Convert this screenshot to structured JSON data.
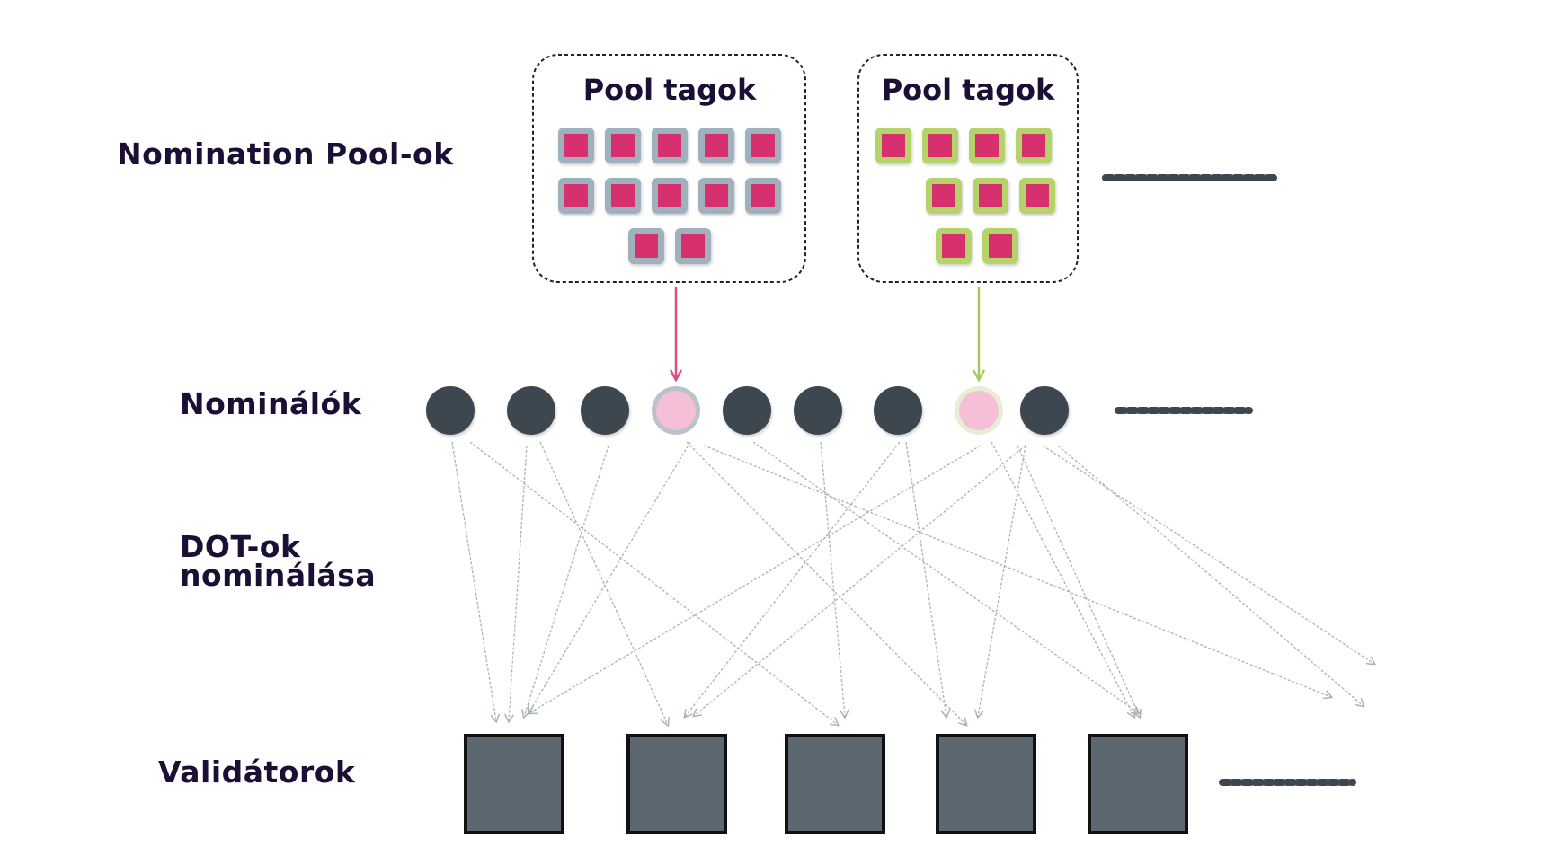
{
  "labels": {
    "pools": "Nomination Pool-ok",
    "nominators": "Nominálók",
    "dot_nomination": "DOT-ok nominálása",
    "validators": "Validátorok"
  },
  "pools": [
    {
      "title": "Pool tagok",
      "member_rows": [
        5,
        5,
        2
      ],
      "member_color": "#d6306f",
      "member_border": "#9eb1bd"
    },
    {
      "title": "Pool tagok",
      "member_rows": [
        4,
        3,
        2
      ],
      "member_color": "#d6306f",
      "member_border": "#b5d36a"
    }
  ],
  "colors": {
    "text": "#1c0f35",
    "nominator": "#3c474f",
    "pool_nominator_pink": "#f5bfd8",
    "pool_nominator_green_fill": "#f7c4da",
    "arrow_pink": "#e04c86",
    "arrow_green": "#a8c85c",
    "validator_fill": "#5c6770",
    "connector": "#a8b3bb",
    "ellipsis": "#3c474f"
  },
  "nominators": [
    {
      "kind": "regular"
    },
    {
      "kind": "regular"
    },
    {
      "kind": "regular"
    },
    {
      "kind": "pool",
      "pool": 0
    },
    {
      "kind": "regular"
    },
    {
      "kind": "regular"
    },
    {
      "kind": "regular"
    },
    {
      "kind": "pool",
      "pool": 1
    },
    {
      "kind": "regular"
    }
  ],
  "validator_count": 5
}
